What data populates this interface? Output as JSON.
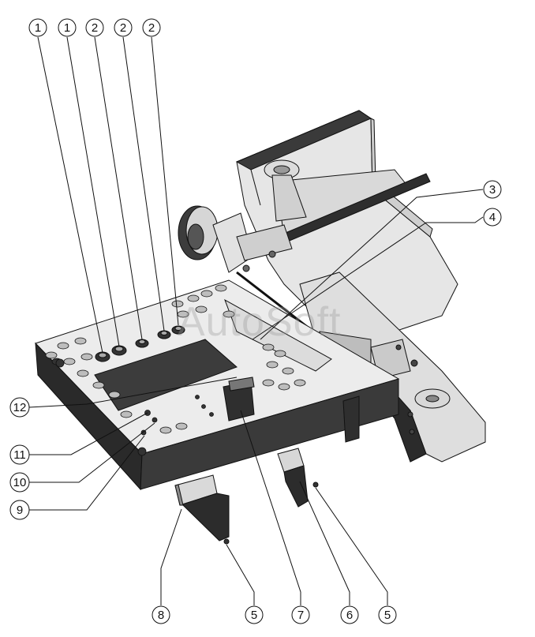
{
  "watermark": "AutoSoft",
  "callouts": [
    {
      "id": "c1a",
      "label": "1"
    },
    {
      "id": "c1b",
      "label": "1"
    },
    {
      "id": "c2a",
      "label": "2"
    },
    {
      "id": "c2b",
      "label": "2"
    },
    {
      "id": "c2c",
      "label": "2"
    },
    {
      "id": "c3",
      "label": "3"
    },
    {
      "id": "c4",
      "label": "4"
    },
    {
      "id": "c12",
      "label": "12"
    },
    {
      "id": "c11",
      "label": "11"
    },
    {
      "id": "c10",
      "label": "10"
    },
    {
      "id": "c9",
      "label": "9"
    },
    {
      "id": "c8",
      "label": "8"
    },
    {
      "id": "c5a",
      "label": "5"
    },
    {
      "id": "c7",
      "label": "7"
    },
    {
      "id": "c6",
      "label": "6"
    },
    {
      "id": "c5b",
      "label": "5"
    }
  ]
}
